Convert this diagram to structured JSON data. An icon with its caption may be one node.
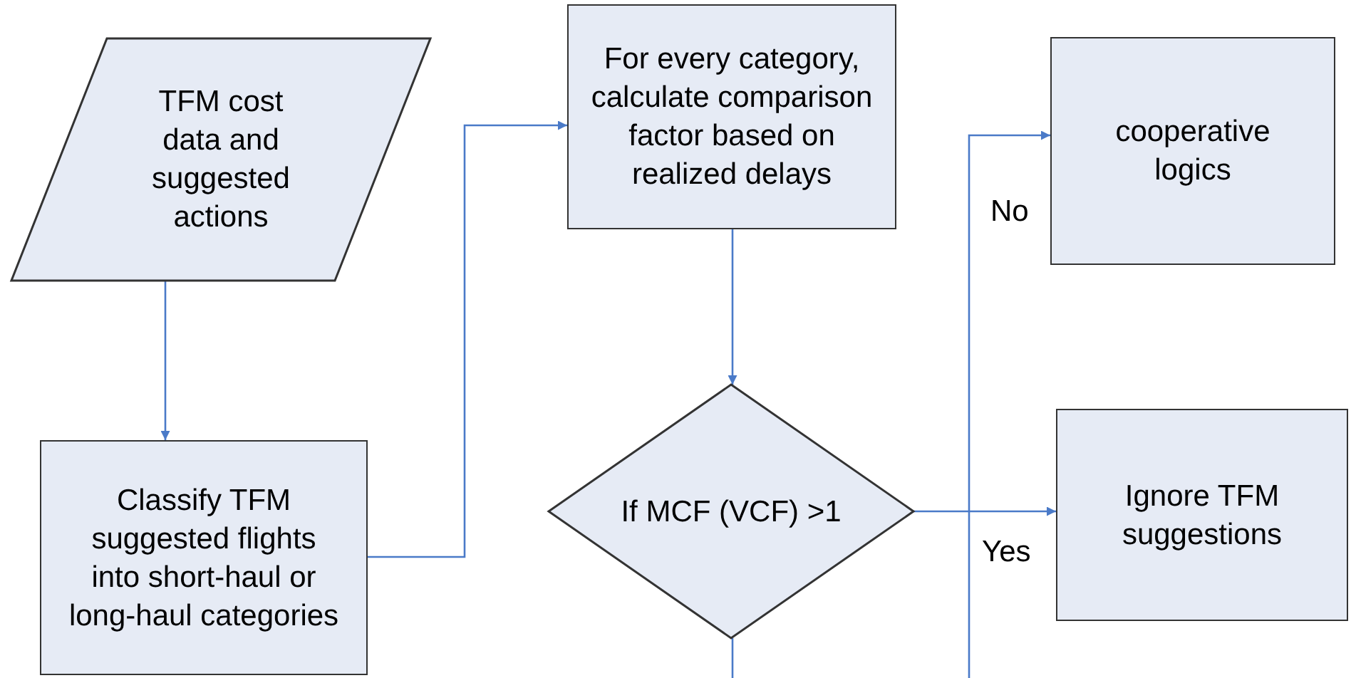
{
  "diagram": {
    "nodes": [
      {
        "text": [
          "TFM cost data and suggested actions"
        ]
      },
      {
        "text": [
          "Classify TFM suggested flights into short-haul or long-haul categories"
        ]
      },
      {
        "text": [
          "For every category, calculate comparison factor based on realized delays"
        ]
      },
      {
        "text": [
          "If MCF (VCF) >1"
        ]
      },
      {
        "text": [
          "cooperative logics"
        ]
      },
      {
        "text": [
          "Ignore TFM suggestions"
        ]
      }
    ],
    "edges": [
      {
        "from": 0,
        "to": 1,
        "arrow": "to"
      },
      {
        "from": 1,
        "to": 2,
        "arrow": "to"
      },
      {
        "from": 2,
        "to": 3,
        "arrow": "to"
      },
      {
        "from": 3,
        "to": 5,
        "arrow": "to",
        "label": "Yes"
      },
      {
        "from": null,
        "to": 4,
        "arrow": "to",
        "label": "No"
      },
      {
        "from": 3,
        "to": null,
        "arrow": "none"
      }
    ]
  }
}
